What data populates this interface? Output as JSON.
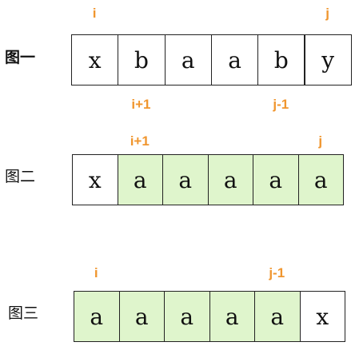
{
  "figures": [
    {
      "label": "图一",
      "cells": [
        {
          "char": "x",
          "color": "white"
        },
        {
          "char": "b",
          "color": "white"
        },
        {
          "char": "a",
          "color": "white"
        },
        {
          "char": "a",
          "color": "white"
        },
        {
          "char": "b",
          "color": "white"
        },
        {
          "char": "y",
          "color": "white"
        }
      ],
      "top_markers": [
        {
          "text": "i",
          "cell": 0
        },
        {
          "text": "j",
          "cell": 5
        }
      ],
      "bottom_markers": [
        {
          "text": "i+1",
          "cell": 1
        },
        {
          "text": "j-1",
          "cell": 4
        }
      ]
    },
    {
      "label": "图二",
      "cells": [
        {
          "char": "x",
          "color": "white"
        },
        {
          "char": "a",
          "color": "green"
        },
        {
          "char": "a",
          "color": "green"
        },
        {
          "char": "a",
          "color": "green"
        },
        {
          "char": "a",
          "color": "green"
        },
        {
          "char": "a",
          "color": "green"
        }
      ],
      "top_markers": [
        {
          "text": "i+1",
          "cell": 1
        },
        {
          "text": "j",
          "cell": 5
        }
      ],
      "bottom_markers": []
    },
    {
      "label": "图三",
      "cells": [
        {
          "char": "a",
          "color": "green"
        },
        {
          "char": "a",
          "color": "green"
        },
        {
          "char": "a",
          "color": "green"
        },
        {
          "char": "a",
          "color": "green"
        },
        {
          "char": "a",
          "color": "green"
        },
        {
          "char": "x",
          "color": "white"
        }
      ],
      "top_markers": [
        {
          "text": "i",
          "cell": 0
        },
        {
          "text": "j-1",
          "cell": 4
        }
      ],
      "bottom_markers": []
    }
  ],
  "colors": {
    "marker": "#f0962f",
    "highlight": "#dff5cc",
    "border": "#222222"
  }
}
